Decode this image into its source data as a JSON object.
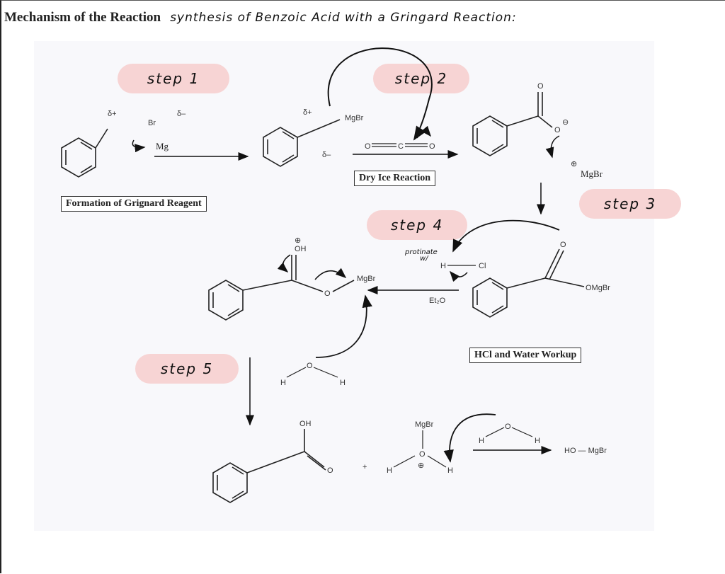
{
  "title": {
    "printed": "Mechanism of the Reaction",
    "handwritten": "synthesis of Benzoic Acid with a Gringard Reaction:"
  },
  "steps": [
    {
      "label": "step 1"
    },
    {
      "label": "step 2"
    },
    {
      "label": "step 3"
    },
    {
      "label": "step 4"
    },
    {
      "label": "step 5"
    }
  ],
  "boxes": {
    "grignard": "Formation of Grignard Reagent",
    "dryice": "Dry Ice Reaction",
    "workup": "HCl and Water Workup"
  },
  "chem": {
    "delta_plus": "δ+",
    "delta_minus": "δ–",
    "br": "Br",
    "mg": "Mg",
    "mgbr": "MgBr",
    "mgbr_charged": "MgBr",
    "plus_charge": "⊕",
    "minus_charge": "⊖",
    "o": "O",
    "c": "C",
    "oh_plus": "OH",
    "omgbr": "OMgBr",
    "h": "H",
    "cl": "Cl",
    "et2o": "Et₂O",
    "oh": "OH",
    "plus": "+",
    "ho_mgbr": "HO — MgBr",
    "protonate": "protinate",
    "protonate_sub": "w/"
  }
}
